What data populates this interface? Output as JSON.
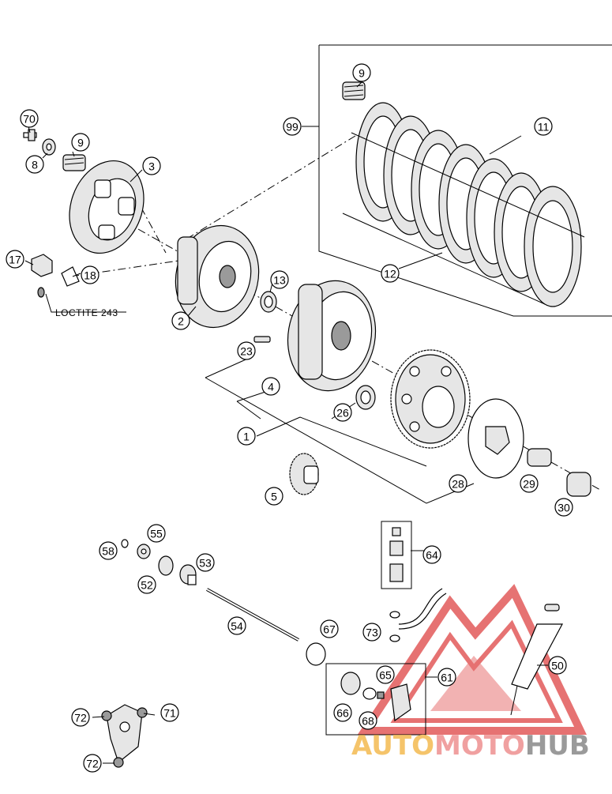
{
  "callouts": [
    {
      "id": "c70",
      "label": "70"
    },
    {
      "id": "c8",
      "label": "8"
    },
    {
      "id": "c9a",
      "label": "9"
    },
    {
      "id": "c3",
      "label": "3"
    },
    {
      "id": "c17",
      "label": "17"
    },
    {
      "id": "c18",
      "label": "18"
    },
    {
      "id": "c2",
      "label": "2"
    },
    {
      "id": "c13",
      "label": "13"
    },
    {
      "id": "c23",
      "label": "23"
    },
    {
      "id": "c4",
      "label": "4"
    },
    {
      "id": "c26",
      "label": "26"
    },
    {
      "id": "c1",
      "label": "1"
    },
    {
      "id": "c5",
      "label": "5"
    },
    {
      "id": "c28",
      "label": "28"
    },
    {
      "id": "c29",
      "label": "29"
    },
    {
      "id": "c30",
      "label": "30"
    },
    {
      "id": "c9b",
      "label": "9"
    },
    {
      "id": "c99",
      "label": "99"
    },
    {
      "id": "c11",
      "label": "11"
    },
    {
      "id": "c12",
      "label": "12"
    },
    {
      "id": "c58",
      "label": "58"
    },
    {
      "id": "c55",
      "label": "55"
    },
    {
      "id": "c53",
      "label": "53"
    },
    {
      "id": "c52",
      "label": "52"
    },
    {
      "id": "c54",
      "label": "54"
    },
    {
      "id": "c64",
      "label": "64"
    },
    {
      "id": "c67",
      "label": "67"
    },
    {
      "id": "c73",
      "label": "73"
    },
    {
      "id": "c65",
      "label": "65"
    },
    {
      "id": "c61",
      "label": "61"
    },
    {
      "id": "c50",
      "label": "50"
    },
    {
      "id": "c66",
      "label": "66"
    },
    {
      "id": "c68",
      "label": "68"
    },
    {
      "id": "c72a",
      "label": "72"
    },
    {
      "id": "c71",
      "label": "71"
    },
    {
      "id": "c72b",
      "label": "72"
    }
  ],
  "note": "LOCTITE 243",
  "watermark": {
    "part1": "AUTO",
    "part2": "MOTO",
    "part3": "HUB",
    "color1": "#f5c46a",
    "color2": "#f0a0a0",
    "color3": "#9a9a9a",
    "logo_color": "#e25a5a"
  }
}
